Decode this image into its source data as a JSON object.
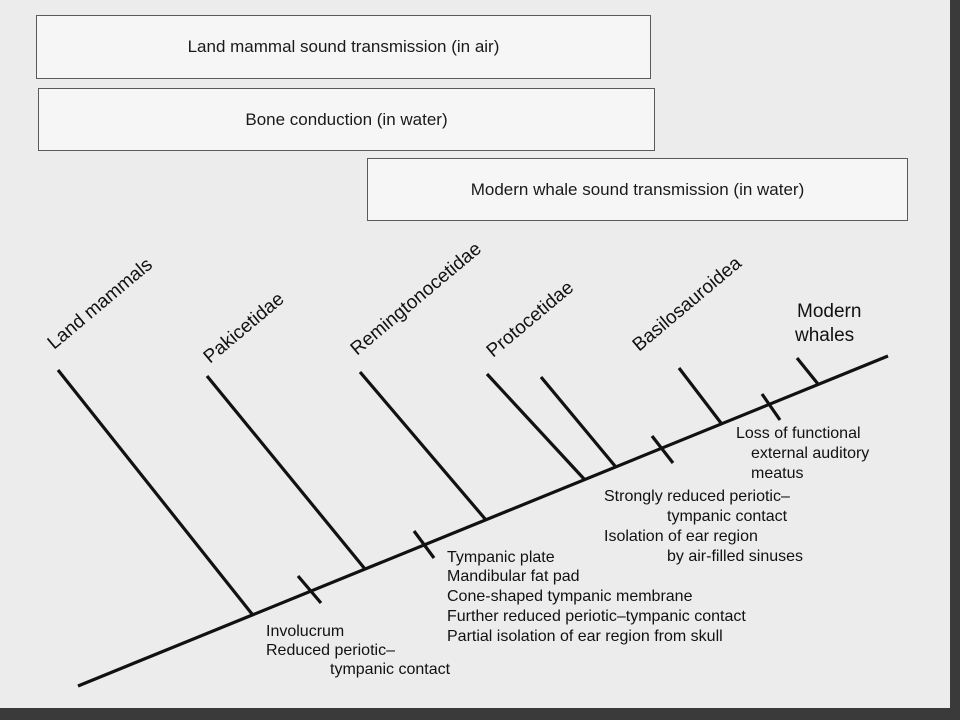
{
  "boxes": {
    "air": "Land mammal sound transmission (in air)",
    "bone": "Bone conduction (in water)",
    "whale": "Modern whale sound transmission (in water)"
  },
  "taxa": {
    "land_mammals": "Land mammals",
    "pakicetidae": "Pakicetidae",
    "remingtonocetidae": "Remingtonocetidae",
    "protocetidae": "Protocetidae",
    "basilosauroidea": "Basilosauroidea",
    "modern_whales_1": "Modern",
    "modern_whales_2": "whales"
  },
  "notes": {
    "involucrum": "Involucrum",
    "reduced_1": "Reduced periotic–",
    "reduced_2": "tympanic contact",
    "tympanic_plate": "Tympanic plate",
    "fat_pad": "Mandibular fat pad",
    "cone": "Cone-shaped tympanic membrane",
    "further_reduced": "Further reduced periotic–tympanic contact",
    "partial_isolation": "Partial isolation of ear region from skull",
    "strongly_1": "Strongly reduced periotic–",
    "strongly_2": "tympanic contact",
    "isolation_1": "Isolation of ear region",
    "isolation_2": "by air-filled sinuses",
    "loss_1": "Loss of functional",
    "loss_2": "external auditory",
    "loss_3": "meatus"
  },
  "colors": {
    "line": "#111111",
    "box_border": "#5a5a5a",
    "background": "#ececec",
    "frame": "#3a3a3a"
  }
}
